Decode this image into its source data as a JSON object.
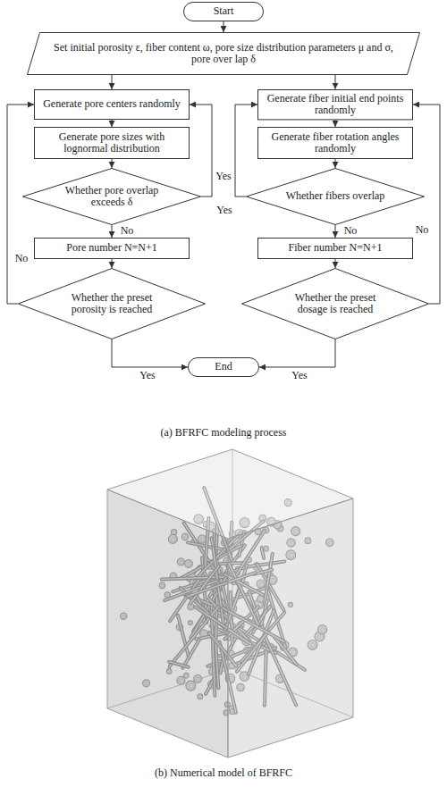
{
  "diagram": {
    "nodes": [
      {
        "text": [
          "Start"
        ]
      },
      {
        "text": [
          "Set initial porosity ε, fiber content ω, pore size distribution parameters μ and σ, pore over lap δ"
        ]
      },
      {
        "text": [
          "Generate pore centers randomly"
        ]
      },
      {
        "text": [
          "Generate pore sizes with lognormal distribution"
        ]
      },
      {
        "text": [
          "Whether pore overlap exceeds δ"
        ]
      },
      {
        "text": [
          "Pore number N=N+1"
        ]
      },
      {
        "text": [
          "Whether the preset porosity is reached"
        ]
      },
      {
        "text": [
          "Generate fiber initial end points randomly"
        ]
      },
      {
        "text": [
          "Generate fiber rotation angles randomly"
        ]
      },
      {
        "text": [
          "Whether fibers overlap"
        ]
      },
      {
        "text": [
          "Fiber number N=N+1"
        ]
      },
      {
        "text": [
          "Whether the preset dosage is reached"
        ]
      },
      {
        "text": [
          "End"
        ]
      }
    ],
    "edges": [
      {
        "from": 0,
        "to": 1,
        "arrow": "to"
      },
      {
        "from": 1,
        "to": 2,
        "arrow": "to"
      },
      {
        "from": 1,
        "to": 7,
        "arrow": "to"
      },
      {
        "from": 2,
        "to": 3,
        "arrow": "to"
      },
      {
        "from": 3,
        "to": 4,
        "arrow": "to"
      },
      {
        "from": 4,
        "to": 5,
        "label": "No",
        "arrow": "to"
      },
      {
        "from": 4,
        "to": 2,
        "label": "Yes",
        "arrow": "to"
      },
      {
        "from": 5,
        "to": 6,
        "arrow": "to"
      },
      {
        "from": 6,
        "to": 2,
        "label": "No",
        "arrow": "to"
      },
      {
        "from": 6,
        "to": 12,
        "label": "Yes",
        "arrow": "to"
      },
      {
        "from": 7,
        "to": 8,
        "arrow": "to"
      },
      {
        "from": 8,
        "to": 9,
        "arrow": "to"
      },
      {
        "from": 9,
        "to": 10,
        "label": "No",
        "arrow": "to"
      },
      {
        "from": 9,
        "to": 7,
        "label": "Yes",
        "arrow": "to"
      },
      {
        "from": 10,
        "to": 11,
        "arrow": "to"
      },
      {
        "from": 11,
        "to": 7,
        "label": "No",
        "arrow": "to"
      },
      {
        "from": 11,
        "to": 12,
        "label": "Yes",
        "arrow": "to"
      }
    ],
    "labels": [
      "(a) BFRFC modeling process",
      "(b) Numerical model of BFRFC"
    ]
  }
}
